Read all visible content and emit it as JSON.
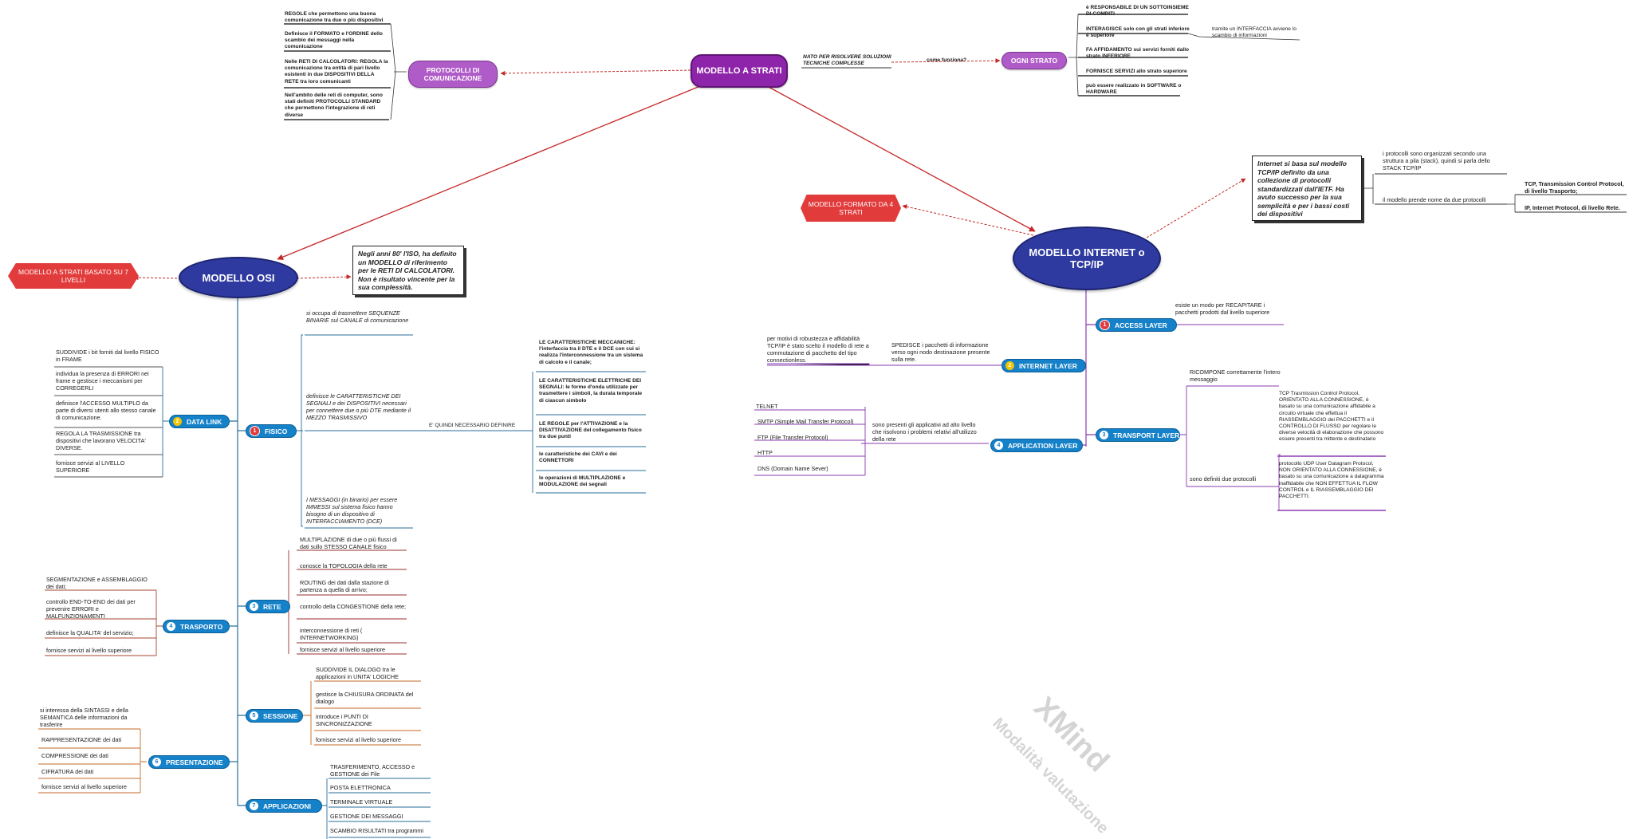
{
  "top": {
    "center": "MODELLO A STRATI",
    "nato": "NATO PER RISOLVERE SOLUZIONI TECNICHE COMPLESSE",
    "come": "come funziona?",
    "ogni": "OGNI STRATO",
    "protocolli": "PROTOCOLLI DI COMUNICAZIONE",
    "left_notes": [
      "REGOLE che permettono una buona comunicazione tra due o più dispositivi",
      "Definisce il FORMATO e l'ORDINE dello scambio dei messaggi nella comunicazione",
      "Nelle RETI DI CALCOLATORI: REGOLA la comunicazione tra entità di pari livello esistenti in due DISPOSITIVI DELLA RETE tra loro comunicanti",
      "Nell'ambito delle reti di computer, sono stati definiti PROTOCOLLI STANDARD che permettono l'integrazione di reti diverse"
    ],
    "right_notes": [
      "è RESPONSABILE DI UN SOTTOINSIEME DI COMPITI",
      "INTERAGISCE solo con gli strati inferiore e superiore",
      "tramite un INTERFACCIA avviene lo scambio di informazioni",
      "FA AFFIDAMENTO sui servizi forniti dallo strato INFERIORE",
      "FORNISCE SERVIZI allo strato superiore",
      "può essere realizzato in SOFTWARE o HARDWARE"
    ]
  },
  "osi": {
    "title": "MODELLO OSI",
    "tag": "MODELLO A STRATI BASATO SU 7 LIVELLI",
    "note": "Negli anni 80' l'ISO, ha definito un MODELLO di riferimento per le RETI DI CALCOLATORI. Non è risultato vincente per la sua complessità.",
    "layers": {
      "fisico": "FISICO",
      "data_link": "DATA LINK",
      "rete": "RETE",
      "trasporto": "TRASPORTO",
      "sessione": "SESSIONE",
      "presentazione": "PRESENTAZIONE",
      "applicazioni": "APPLICAZIONI"
    },
    "nums": {
      "fisico": "1",
      "data_link": "2",
      "rete": "3",
      "trasporto": "4",
      "sessione": "5",
      "presentazione": "6",
      "applicazioni": "7"
    },
    "fisico_notes": [
      "si occupa di trasmettere SEQUENZE BINARIE sul CANALE di comunicazione",
      "definisce le CARATTERISTICHE DEI SEGNALI e dei DISPOSITIVI necessari per connettere due o più DTE mediante il MEZZO TRASMISSIVO",
      "I MESSAGGI (in binario) per essere IMMESSI sul sistema fisico hanno bisogno di un dispositivo di INTERFACCIAMENTO (DCE)"
    ],
    "quindi": "E' QUINDI NECESSARIO DEFINIRE",
    "quindi_items": [
      "LE CARATTERISTICHE MECCANICHE: l'interfaccia tra il DTE e il DCE con cui si realizza l'interconnessione tra un sistema di calcolo e il canale;",
      "LE CARATTERISTICHE ELETTRICHE DEI SEGNALI: le forme d'onda utilizzate per trasmettere i simboli, la durata temporale di ciascun simbolo",
      "LE REGOLE per l'ATTIVAZIONE e la DISATTIVAZIONE del collegamento fisico tra due punti",
      "le caratteristiche dei CAVI e dei CONNETTORI",
      "le operazioni di MULTIPLAZIONE e MODULAZIONE dei segnali"
    ],
    "data_link_notes": [
      "SUDDIVIDE i bit forniti dal livello FISICO in FRAME",
      "individua la presenza di ERRORI nei frame e gestisce i meccanismi per CORREGERLI",
      "definisce l'ACCESSO MULTIPLO da parte di diversi utenti allo stesso canale di comunicazione.",
      "REGOLA LA TRASMISSIONE tra dispositivi che lavorano VELOCITA' DIVERSE.",
      "fornisce servizi al LIVELLO SUPERIORE"
    ],
    "rete_notes": [
      "MULTIPLAZIONE di due o più flussi di dati sullo STESSO CANALE fisico",
      "conosce la TOPOLOGIA della rete",
      "ROUTING dei dati dalla stazione di partenza a quella di arrivo;",
      "controllo della CONGESTIONE della rete;",
      "interconnessione di reti ( INTERNETWORKING)",
      "fornisce servizi al livello superiore"
    ],
    "trasporto_notes": [
      "SEGMENTAZIONE e ASSEMBLAGGIO dei dati;",
      "controllo END-TO-END dei dati per prevenire ERRORI e MALFUNZIONAMENTI",
      "definisce la QUALITA' del servizio;",
      "fornisce servizi al livello superiore"
    ],
    "sessione_notes": [
      "SUDDIVIDE IL DIALOGO tra le applicazioni in UNITA' LOGICHE",
      "gestisce la CHIUSURA ORDINATA del dialogo",
      "introduce i PUNTI DI SINCRONIZZAZIONE",
      "fornisce servizi al livello superiore"
    ],
    "presentazione_notes": [
      "si interessa della SINTASSI e della SEMANTICA delle informazioni da trasferire",
      "RAPPRESENTAZIONE dei dati",
      "COMPRESSIONE dei dati",
      "CIFRATURA dei dati",
      "fornisce servizi al livello superiore"
    ],
    "applicazioni_notes": [
      "TRASFERIMENTO, ACCESSO e GESTIONE dei File",
      "POSTA ELETTRONICA",
      "TERMINALE VIRTUALE",
      "GESTIONE DEI MESSAGGI",
      "SCAMBIO RISULTATI tra programmi"
    ]
  },
  "internet": {
    "title": "MODELLO INTERNET o TCP/IP",
    "tag": "MODELLO FORMATO DA 4 STRATI",
    "note": "Internet si basa sul modello TCP/IP definito da una collezione di protocolli standardizzati dall'IETF. Ha avuto successo per la sua semplicità e per i bassi costi dei dispositivi",
    "stack": "i protocolli sono organizzati secondo una struttura a pila (stack), quindi si parla dello STACK TCP/IP",
    "nome": "il modello prende nome da due protocolli",
    "tcp": "TCP, Transmission Control Protocol, di livello Trasporto;",
    "ip": "IP, Internet Protocol, di livello Rete.",
    "layers": {
      "access": "ACCESS LAYER",
      "internet": "INTERNET LAYER",
      "transport": "TRANSPORT LAYER",
      "application": "APPLICATION LAYER"
    },
    "nums": {
      "access": "1",
      "internet": "2",
      "transport": "3",
      "application": "4"
    },
    "access_note": "esiste un modo per RECAPITARE i pacchetti prodotti dal livello superiore",
    "internet_note": "SPEDISCE i pacchetti di informazione verso ogni nodo destinazione presente sulla rete.",
    "internet_note2": "per motivi di robustezza e affidabilità TCP/IP è stato scelto il modello di rete a commutazione di pacchetto del tipo connectionless.",
    "transport_ricompone": "RICOMPONE correttamente l'intero messaggio",
    "transport_definiti": "sono definiti due protocolli",
    "tcp_desc": "TCP Trasmission Control Protocol, ORIENTATO ALLA CONNESSIONE, è basato su una comunicazione affidabile a circuito virtuale che effettua il RIASSEMBLAGGIO dei PACCHETTI e il CONTROLLO DI FLUSSO per regolare le diverse velocità di elaborazione che possono essere presenti tra mittente e destinatario",
    "udp_desc": "protocollo UDP User Datagram Protocol, NON ORIENTATO ALLA CONNESSIONE, è basato su una comunicazione a datagramma inaffidabile che NON EFFETTUA IL FLOW CONTROL e IL RIASSEMBLAGGIO DEI PACCHETTI.",
    "application_note": "sono presenti gli applicativi ad alto livello che risolvono i problemi relativi all'utilizzo della rete",
    "apps": [
      "TELNET",
      "SMTP (Simple Mail Transfer Protocol)",
      "FTP (File Transfer Protocol)",
      "HTTP",
      "DNS (Domain Name Sever)"
    ]
  },
  "watermark": {
    "brand": "XMind",
    "mode": "Modalità valutazione"
  },
  "colors": {
    "osi": "#2e3aa0",
    "strati": "#8e24aa",
    "proto": "#b05cc8",
    "blue": "#1581c9",
    "red": "#e23b3b",
    "osi_line": "#2a6e9a",
    "ip_line": "#8a3bb0",
    "arrow": "#cc2222"
  }
}
